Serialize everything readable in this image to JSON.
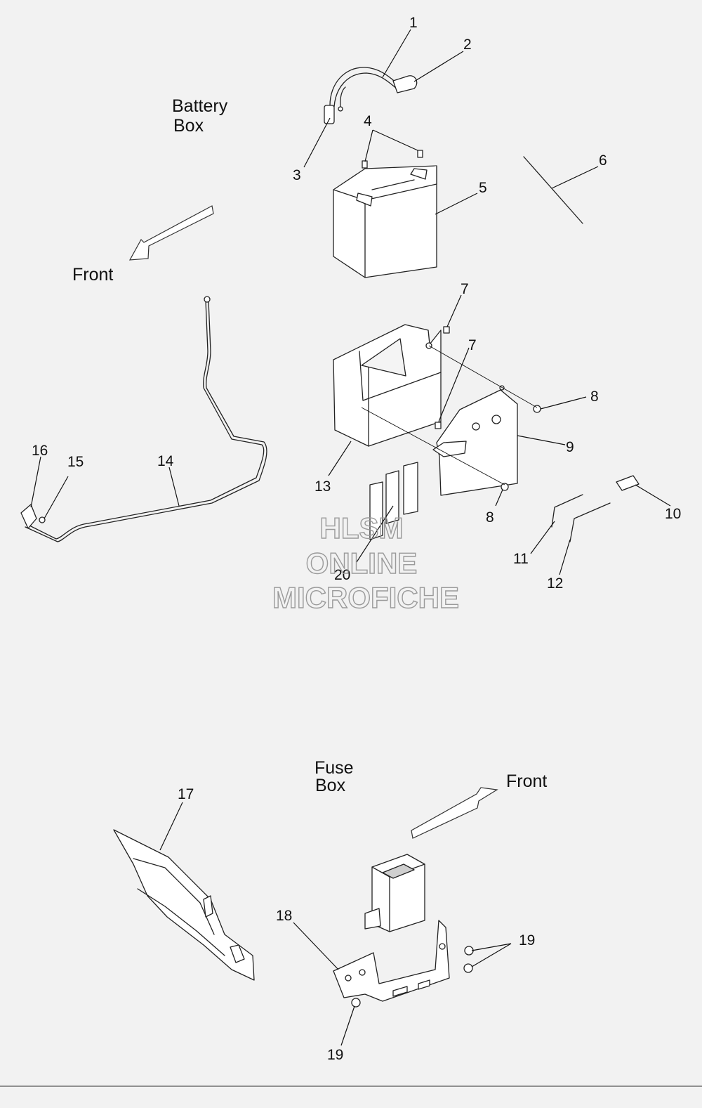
{
  "sections": {
    "battery_box": {
      "line1": "Battery",
      "line2": "Box",
      "front": "Front"
    },
    "fuse_box": {
      "line1": "Fuse",
      "line2": "Box",
      "front": "Front"
    }
  },
  "watermark": {
    "line1": "HLSM",
    "line2": "ONLINE",
    "line3": "MICROFICHE"
  },
  "callouts": {
    "c1": "1",
    "c2": "2",
    "c3": "3",
    "c4": "4",
    "c5": "5",
    "c6": "6",
    "c7a": "7",
    "c7b": "7",
    "c8a": "8",
    "c8b": "8",
    "c9": "9",
    "c10": "10",
    "c11": "11",
    "c12": "12",
    "c13": "13",
    "c14": "14",
    "c15": "15",
    "c16": "16",
    "c17": "17",
    "c18": "18",
    "c19a": "19",
    "c19b": "19",
    "c20": "20"
  }
}
